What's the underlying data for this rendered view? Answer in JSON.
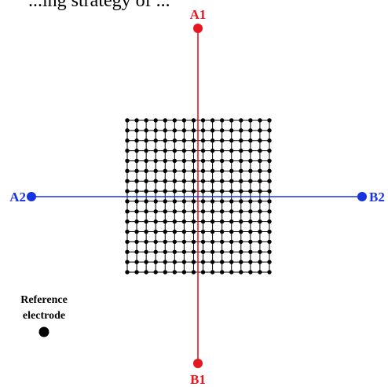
{
  "header_fragment": "...ing strategy of ...",
  "electrode_pairs": {
    "a1": {
      "label": "A1",
      "color": "#e8161f"
    },
    "b1": {
      "label": "B1",
      "color": "#e8161f"
    },
    "a2": {
      "label": "A2",
      "color": "#1733e0"
    },
    "b2": {
      "label": "B2",
      "color": "#1733e0"
    }
  },
  "electrode_array": {
    "rows": 16,
    "cols": 16,
    "color": "#000000"
  },
  "reference": {
    "label_line1": "Reference",
    "label_line2": "electrode",
    "color": "#000000"
  }
}
